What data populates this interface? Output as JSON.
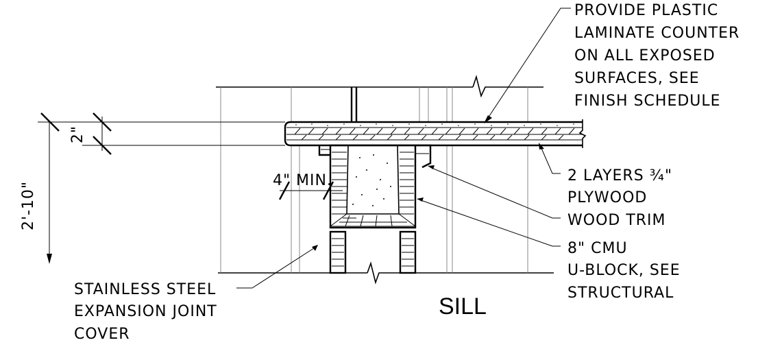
{
  "title": "SILL",
  "notes": {
    "plastic_laminate": [
      "PROVIDE PLASTIC",
      "LAMINATE COUNTER",
      "ON ALL EXPOSED",
      "SURFACES, SEE",
      "FINISH SCHEDULE"
    ],
    "plywood": [
      "2 LAYERS ¾\"",
      "PLYWOOD"
    ],
    "wood_trim": [
      "WOOD TRIM"
    ],
    "cmu": [
      "8\" CMU",
      "U-BLOCK, SEE",
      "STRUCTURAL"
    ],
    "expansion_joint": [
      "STAINLESS STEEL",
      "EXPANSION JOINT",
      "COVER"
    ]
  },
  "dimensions": {
    "overall_height": "2'-10\"",
    "counter_thickness": "2\"",
    "min_bearing": "4\"",
    "min_bearing_suffix": "MIN."
  }
}
